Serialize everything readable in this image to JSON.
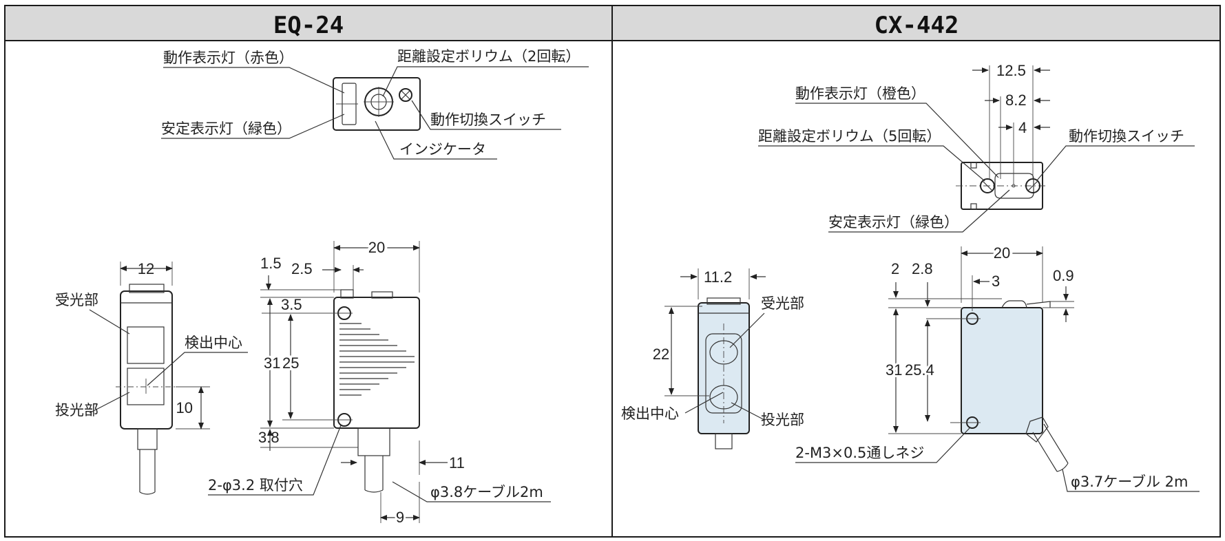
{
  "table": {
    "left_header": "EQ-24",
    "right_header": "CX-442",
    "header_bg": "#d9d9d9",
    "border_color": "#1a1a1a"
  },
  "eq24": {
    "top_view": {
      "op_indicator": "動作表示灯（赤色）",
      "stability_indicator": "安定表示灯（緑色）",
      "distance_volume": "距離設定ボリウム（2回転）",
      "mode_switch": "動作切換スイッチ",
      "indicator": "インジケータ"
    },
    "front_view": {
      "receiver": "受光部",
      "detection_center": "検出中心",
      "emitter": "投光部",
      "width_dim": "12",
      "height_dim": "10"
    },
    "side_view": {
      "width_dim": "20",
      "dim_1_5": "1.5",
      "dim_2_5": "2.5",
      "dim_3_5": "3.5",
      "dim_31": "31",
      "dim_25": "25",
      "dim_3_8": "3.8",
      "dim_11": "11",
      "dim_9": "9",
      "mount_hole": "2-φ3.2 取付穴",
      "cable": "φ3.8ケーブル2m"
    }
  },
  "cx442": {
    "top_view": {
      "dim_12_5": "12.5",
      "dim_8_2": "8.2",
      "dim_4": "4",
      "op_indicator": "動作表示灯（橙色）",
      "distance_volume": "距離設定ボリウム（5回転）",
      "mode_switch": "動作切換スイッチ",
      "stability_indicator": "安定表示灯（緑色）"
    },
    "front_view": {
      "width_dim": "11.2",
      "dim_22": "22",
      "receiver": "受光部",
      "detection_center": "検出中心",
      "emitter": "投光部"
    },
    "side_view": {
      "width_dim": "20",
      "dim_2": "2",
      "dim_2_8": "2.8",
      "dim_3": "3",
      "dim_0_9": "0.9",
      "dim_31": "31",
      "dim_25_4": "25.4",
      "screw": "2-M3×0.5通しネジ",
      "cable": "φ3.7ケーブル 2m"
    }
  }
}
